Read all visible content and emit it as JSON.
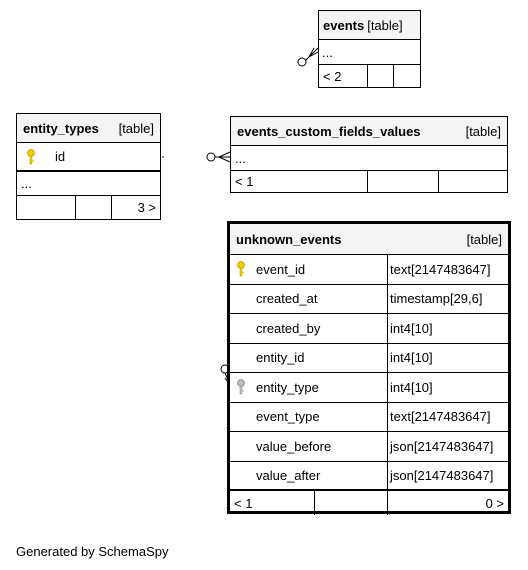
{
  "events": {
    "name": "events",
    "kind": "[table]",
    "ellipsis": "...",
    "footer": [
      "< 2",
      "",
      ""
    ]
  },
  "entity_types": {
    "name": "entity_types",
    "kind": "[table]",
    "columns": [
      {
        "name": "id",
        "pk": true
      }
    ],
    "ellipsis": "...",
    "footer": [
      "",
      "",
      "3 >"
    ]
  },
  "events_custom_fields_values": {
    "name": "events_custom_fields_values",
    "kind": "[table]",
    "ellipsis": "...",
    "footer": [
      "< 1",
      "",
      ""
    ]
  },
  "unknown_events": {
    "name": "unknown_events",
    "kind": "[table]",
    "columns": [
      {
        "name": "event_id",
        "type": "text[2147483647]",
        "key": "pk"
      },
      {
        "name": "created_at",
        "type": "timestamp[29,6]",
        "key": ""
      },
      {
        "name": "created_by",
        "type": "int4[10]",
        "key": ""
      },
      {
        "name": "entity_id",
        "type": "int4[10]",
        "key": ""
      },
      {
        "name": "entity_type",
        "type": "int4[10]",
        "key": "fk"
      },
      {
        "name": "event_type",
        "type": "text[2147483647]",
        "key": ""
      },
      {
        "name": "value_before",
        "type": "json[2147483647]",
        "key": ""
      },
      {
        "name": "value_after",
        "type": "json[2147483647]",
        "key": ""
      }
    ],
    "footer": [
      "< 1",
      "",
      "0 >"
    ]
  },
  "generated_by": "Generated by SchemaSpy",
  "colors": {
    "pk_key": "#f0d000",
    "fk_key": "#bdbdbd",
    "header_bg": "#f4f4f4"
  }
}
